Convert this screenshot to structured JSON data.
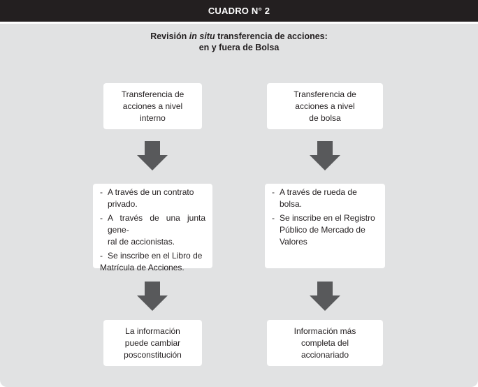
{
  "header": {
    "title": "CUADRO N° 2"
  },
  "title": {
    "prefix": "Revisión ",
    "italic": "in situ",
    "suffix": " transferencia de acciones:",
    "line2": "en y fuera de Bolsa"
  },
  "left": {
    "top_box": "Transferencia de\nacciones a nivel\ninterno",
    "items": [
      {
        "dash": "-",
        "first": "A través de un contrato",
        "rest": "privado."
      },
      {
        "dash": "-",
        "first": "A través de una junta gene-",
        "rest": "ral de accionistas."
      },
      {
        "dash": "-",
        "first": "Se inscribe en el Libro de",
        "rest": "Matrícula de Acciones."
      }
    ],
    "bottom_box": "La información\npuede cambiar\nposconstitución"
  },
  "right": {
    "top_box": "Transferencia de\nacciones a nivel\nde bolsa",
    "items": [
      {
        "dash": "-",
        "first": "A través de rueda de",
        "rest": "bolsa."
      },
      {
        "dash": "-",
        "first": "Se inscribe en el Registro",
        "rest": "Público de Mercado de\nValores"
      }
    ],
    "bottom_box": "Información más\ncompleta del\naccionariado"
  },
  "colors": {
    "header_bg": "#231f20",
    "panel_bg": "#e1e2e3",
    "arrow": "#58595b",
    "box_bg": "#ffffff"
  }
}
